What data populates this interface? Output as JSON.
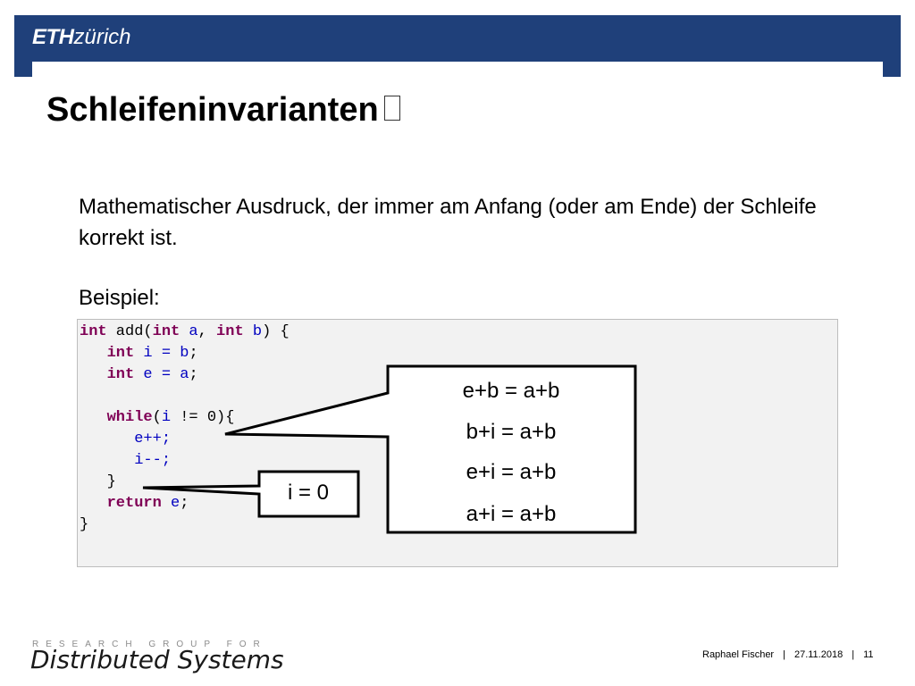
{
  "header": {
    "logo_bold": "ETH",
    "logo_light": "zürich"
  },
  "slide": {
    "title": "Schleifeninvarianten",
    "body_text": "Mathematischer Ausdruck, der immer am Anfang (oder am Ende) der Schleife korrekt ist.",
    "example_label": "Beispiel:"
  },
  "code": {
    "l1": {
      "t1": "int",
      "t2": " add(",
      "t3": "int",
      "t4": " a",
      "t5": ", ",
      "t6": "int",
      "t7": " b",
      "t8": ") {"
    },
    "l2": {
      "t1": "int",
      "t2": " i = ",
      "t3": "b",
      "t4": ";"
    },
    "l3": {
      "t1": "int",
      "t2": " e = ",
      "t3": "a",
      "t4": ";"
    },
    "l5": {
      "t1": "while",
      "t2": "(",
      "t3": "i",
      "t4": " != 0){"
    },
    "l6": {
      "t1": "e",
      "t2": "++;"
    },
    "l7": {
      "t1": "i",
      "t2": "--;"
    },
    "l8": {
      "t1": "}"
    },
    "l9": {
      "t1": "return",
      "t2": " ",
      "t3": "e",
      "t4": ";"
    },
    "l10": {
      "t1": "}"
    }
  },
  "callouts": {
    "invariants": [
      "e+b = a+b",
      "b+i = a+b",
      "e+i = a+b",
      "a+i = a+b"
    ],
    "termination": "i = 0"
  },
  "footer": {
    "group_prefix": "RESEARCH GROUP FOR",
    "group_name": "Distributed Systems",
    "author": "Raphael Fischer",
    "date": "27.11.2018",
    "page": "11",
    "separator": "|"
  }
}
